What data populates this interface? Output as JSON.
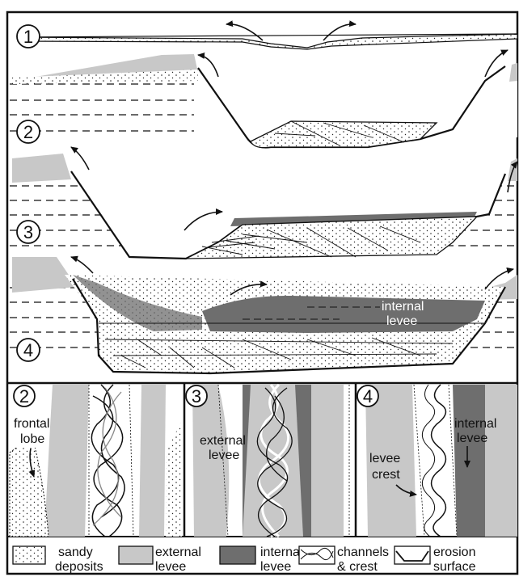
{
  "stages": {
    "s1": "1",
    "s2": "2",
    "s3": "3",
    "s4": "4"
  },
  "section_labels": {
    "internal_levee_line1": "internal",
    "internal_levee_line2": "levee"
  },
  "plan_views": {
    "p2": {
      "number": "2",
      "label1": "frontal",
      "label2": "lobe"
    },
    "p3": {
      "number": "3",
      "label1": "external",
      "label2": "levee"
    },
    "p4": {
      "number": "4",
      "label1": "levee",
      "label2": "crest",
      "label3": "internal",
      "label4": "levee"
    }
  },
  "legend": {
    "sandy_line1": "sandy",
    "sandy_line2": "deposits",
    "external_line1": "external",
    "external_line2": "levee",
    "internal_line1": "internal",
    "internal_line2": "levee",
    "channels_line1": "channels",
    "channels_line2": "& crest",
    "erosion_line1": "erosion",
    "erosion_line2": "surface"
  },
  "colors": {
    "external_levee": "#c8c8c8",
    "internal_levee": "#6e6e6e",
    "sandy": "#ffffff",
    "outline": "#111111"
  }
}
